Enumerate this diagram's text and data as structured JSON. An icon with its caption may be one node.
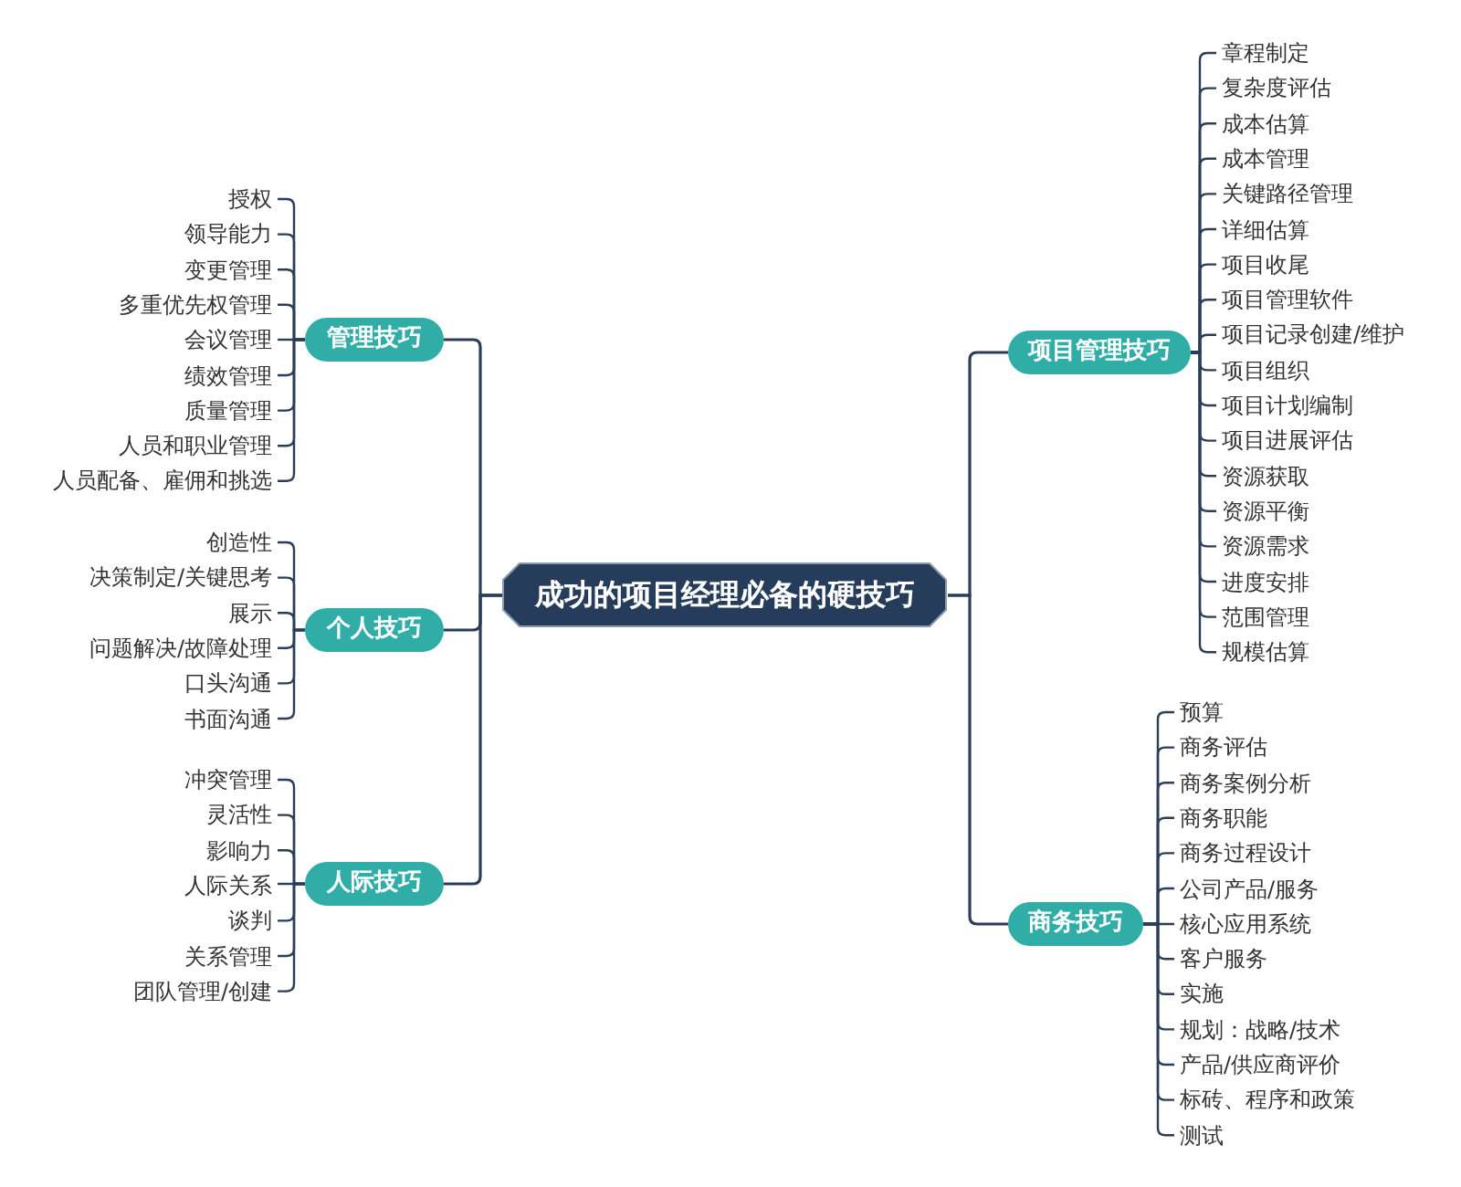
{
  "diagram": {
    "nodes": [
      {
        "text": [
          "成功的项目经理必备的硬技巧"
        ]
      },
      {
        "text": [
          "管理技巧"
        ]
      },
      {
        "text": [
          "授权"
        ]
      },
      {
        "text": [
          "领导能力"
        ]
      },
      {
        "text": [
          "变更管理"
        ]
      },
      {
        "text": [
          "多重优先权管理"
        ]
      },
      {
        "text": [
          "会议管理"
        ]
      },
      {
        "text": [
          "绩效管理"
        ]
      },
      {
        "text": [
          "质量管理"
        ]
      },
      {
        "text": [
          "人员和职业管理"
        ]
      },
      {
        "text": [
          "人员配备、雇佣和挑选"
        ]
      },
      {
        "text": [
          "个人技巧"
        ]
      },
      {
        "text": [
          "创造性"
        ]
      },
      {
        "text": [
          "决策制定/关键思考"
        ]
      },
      {
        "text": [
          "展示"
        ]
      },
      {
        "text": [
          "问题解决/故障处理"
        ]
      },
      {
        "text": [
          "口头沟通"
        ]
      },
      {
        "text": [
          "书面沟通"
        ]
      },
      {
        "text": [
          "人际技巧"
        ]
      },
      {
        "text": [
          "冲突管理"
        ]
      },
      {
        "text": [
          "灵活性"
        ]
      },
      {
        "text": [
          "影响力"
        ]
      },
      {
        "text": [
          "人际关系"
        ]
      },
      {
        "text": [
          "谈判"
        ]
      },
      {
        "text": [
          "关系管理"
        ]
      },
      {
        "text": [
          "团队管理/创建"
        ]
      },
      {
        "text": [
          "项目管理技巧"
        ]
      },
      {
        "text": [
          "章程制定"
        ]
      },
      {
        "text": [
          "复杂度评估"
        ]
      },
      {
        "text": [
          "成本估算"
        ]
      },
      {
        "text": [
          "成本管理"
        ]
      },
      {
        "text": [
          "关键路径管理"
        ]
      },
      {
        "text": [
          "详细估算"
        ]
      },
      {
        "text": [
          "项目收尾"
        ]
      },
      {
        "text": [
          "项目管理软件"
        ]
      },
      {
        "text": [
          "项目记录创建/维护"
        ]
      },
      {
        "text": [
          "项目组织"
        ]
      },
      {
        "text": [
          "项目计划编制"
        ]
      },
      {
        "text": [
          "项目进展评估"
        ]
      },
      {
        "text": [
          "资源获取"
        ]
      },
      {
        "text": [
          "资源平衡"
        ]
      },
      {
        "text": [
          "资源需求"
        ]
      },
      {
        "text": [
          "进度安排"
        ]
      },
      {
        "text": [
          "范围管理"
        ]
      },
      {
        "text": [
          "规模估算"
        ]
      },
      {
        "text": [
          "商务技巧"
        ]
      },
      {
        "text": [
          "预算"
        ]
      },
      {
        "text": [
          "商务评估"
        ]
      },
      {
        "text": [
          "商务案例分析"
        ]
      },
      {
        "text": [
          "商务职能"
        ]
      },
      {
        "text": [
          "商务过程设计"
        ]
      },
      {
        "text": [
          "公司产品/服务"
        ]
      },
      {
        "text": [
          "核心应用系统"
        ]
      },
      {
        "text": [
          "客户服务"
        ]
      },
      {
        "text": [
          "实施"
        ]
      },
      {
        "text": [
          "规划：战略/技术"
        ]
      },
      {
        "text": [
          "产品/供应商评价"
        ]
      },
      {
        "text": [
          "标砖、程序和政策"
        ]
      },
      {
        "text": [
          "测试"
        ]
      }
    ],
    "edges": [
      {
        "from": 0,
        "to": 1,
        "arrow": "none"
      },
      {
        "from": 0,
        "to": 11,
        "arrow": "none"
      },
      {
        "from": 0,
        "to": 18,
        "arrow": "none"
      },
      {
        "from": 0,
        "to": 26,
        "arrow": "none"
      },
      {
        "from": 0,
        "to": 45,
        "arrow": "none"
      },
      {
        "from": 1,
        "to": 2,
        "arrow": "none"
      },
      {
        "from": 1,
        "to": 3,
        "arrow": "none"
      },
      {
        "from": 1,
        "to": 4,
        "arrow": "none"
      },
      {
        "from": 1,
        "to": 5,
        "arrow": "none"
      },
      {
        "from": 1,
        "to": 6,
        "arrow": "none"
      },
      {
        "from": 1,
        "to": 7,
        "arrow": "none"
      },
      {
        "from": 1,
        "to": 8,
        "arrow": "none"
      },
      {
        "from": 1,
        "to": 9,
        "arrow": "none"
      },
      {
        "from": 1,
        "to": 10,
        "arrow": "none"
      },
      {
        "from": 11,
        "to": 12,
        "arrow": "none"
      },
      {
        "from": 11,
        "to": 13,
        "arrow": "none"
      },
      {
        "from": 11,
        "to": 14,
        "arrow": "none"
      },
      {
        "from": 11,
        "to": 15,
        "arrow": "none"
      },
      {
        "from": 11,
        "to": 16,
        "arrow": "none"
      },
      {
        "from": 11,
        "to": 17,
        "arrow": "none"
      },
      {
        "from": 18,
        "to": 19,
        "arrow": "none"
      },
      {
        "from": 18,
        "to": 20,
        "arrow": "none"
      },
      {
        "from": 18,
        "to": 21,
        "arrow": "none"
      },
      {
        "from": 18,
        "to": 22,
        "arrow": "none"
      },
      {
        "from": 18,
        "to": 23,
        "arrow": "none"
      },
      {
        "from": 18,
        "to": 24,
        "arrow": "none"
      },
      {
        "from": 18,
        "to": 25,
        "arrow": "none"
      },
      {
        "from": 26,
        "to": 27,
        "arrow": "none"
      },
      {
        "from": 26,
        "to": 28,
        "arrow": "none"
      },
      {
        "from": 26,
        "to": 29,
        "arrow": "none"
      },
      {
        "from": 26,
        "to": 30,
        "arrow": "none"
      },
      {
        "from": 26,
        "to": 31,
        "arrow": "none"
      },
      {
        "from": 26,
        "to": 32,
        "arrow": "none"
      },
      {
        "from": 26,
        "to": 33,
        "arrow": "none"
      },
      {
        "from": 26,
        "to": 34,
        "arrow": "none"
      },
      {
        "from": 26,
        "to": 35,
        "arrow": "none"
      },
      {
        "from": 26,
        "to": 36,
        "arrow": "none"
      },
      {
        "from": 26,
        "to": 37,
        "arrow": "none"
      },
      {
        "from": 26,
        "to": 38,
        "arrow": "none"
      },
      {
        "from": 26,
        "to": 39,
        "arrow": "none"
      },
      {
        "from": 26,
        "to": 40,
        "arrow": "none"
      },
      {
        "from": 26,
        "to": 41,
        "arrow": "none"
      },
      {
        "from": 26,
        "to": 42,
        "arrow": "none"
      },
      {
        "from": 26,
        "to": 43,
        "arrow": "none"
      },
      {
        "from": 26,
        "to": 44,
        "arrow": "none"
      },
      {
        "from": 45,
        "to": 46,
        "arrow": "none"
      },
      {
        "from": 45,
        "to": 47,
        "arrow": "none"
      },
      {
        "from": 45,
        "to": 48,
        "arrow": "none"
      },
      {
        "from": 45,
        "to": 49,
        "arrow": "none"
      },
      {
        "from": 45,
        "to": 50,
        "arrow": "none"
      },
      {
        "from": 45,
        "to": 51,
        "arrow": "none"
      },
      {
        "from": 45,
        "to": 52,
        "arrow": "none"
      },
      {
        "from": 45,
        "to": 53,
        "arrow": "none"
      },
      {
        "from": 45,
        "to": 54,
        "arrow": "none"
      },
      {
        "from": 45,
        "to": 55,
        "arrow": "none"
      },
      {
        "from": 45,
        "to": 56,
        "arrow": "none"
      },
      {
        "from": 45,
        "to": 57,
        "arrow": "none"
      },
      {
        "from": 45,
        "to": 58,
        "arrow": "none"
      }
    ]
  }
}
